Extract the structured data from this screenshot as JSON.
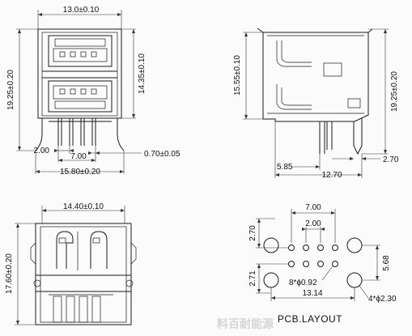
{
  "top_front": {
    "width_top": "13.0±0.10",
    "height_total": "19.25±0.20",
    "height_inner": "14.35±0.10",
    "pitch": "2.00",
    "pin_span": "7.00",
    "pin_width": "0.70±0.05",
    "base_width": "15.80±0.20"
  },
  "top_side": {
    "height_body": "15.55±0.10",
    "height_total": "19.25±0.20",
    "offset": "5.85",
    "depth": "12.70",
    "pin_offset": "2.70"
  },
  "bottom_front": {
    "width_top": "14.40±0.10",
    "height_total": "17.60±0.20"
  },
  "pcb_layout": {
    "title": "PCB.LAYOUT",
    "span_signal": "7.00",
    "pitch": "2.00",
    "row_spacing": "2.70",
    "hole_small": "8*ϕ0.92",
    "mount_spacing_v": "5.68",
    "offset_left": "2.71",
    "mount_span": "13.14",
    "hole_large": "4*ϕ2.30"
  },
  "watermark": "料百耐能源"
}
